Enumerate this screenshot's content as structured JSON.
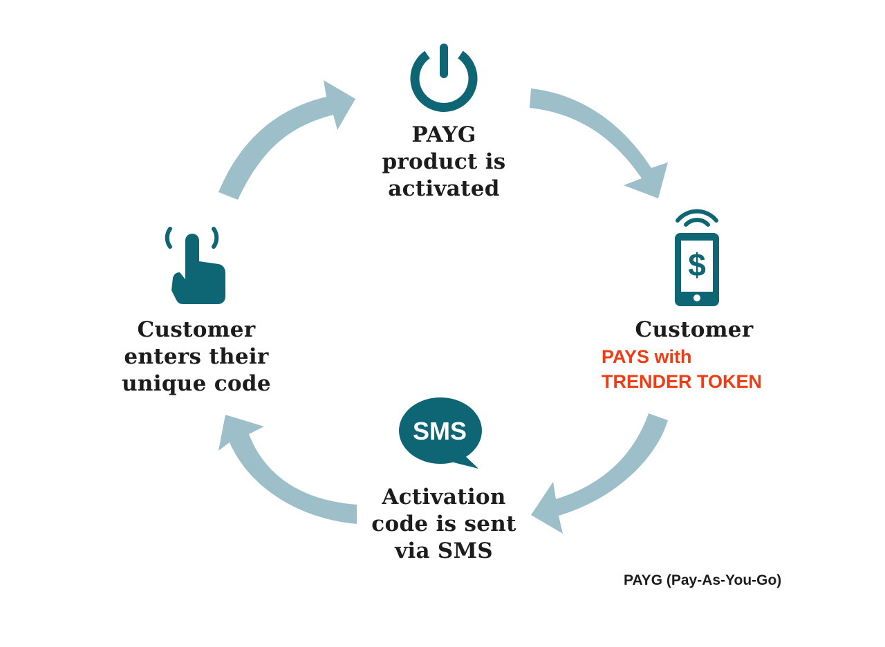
{
  "colors": {
    "icon": "#0e6675",
    "arrow": "#9dbfca",
    "text": "#1c1c1c",
    "accent": "#f03c15"
  },
  "steps": {
    "activated": {
      "icon": "power-icon",
      "lines": [
        "PAYG",
        "product is",
        "activated"
      ]
    },
    "pays": {
      "icon": "smartphone-dollar-icon",
      "lines": [
        "Customer"
      ],
      "accent_lines": [
        "PAYS with",
        "TRENDER TOKEN"
      ]
    },
    "sms": {
      "icon": "sms-bubble-icon",
      "icon_text": "SMS",
      "lines": [
        "Activation",
        "code is sent",
        "via SMS"
      ]
    },
    "enter": {
      "icon": "finger-tap-icon",
      "lines": [
        "Customer",
        "enters their",
        "unique code"
      ]
    }
  },
  "footnote": "PAYG (Pay-As-You-Go)"
}
